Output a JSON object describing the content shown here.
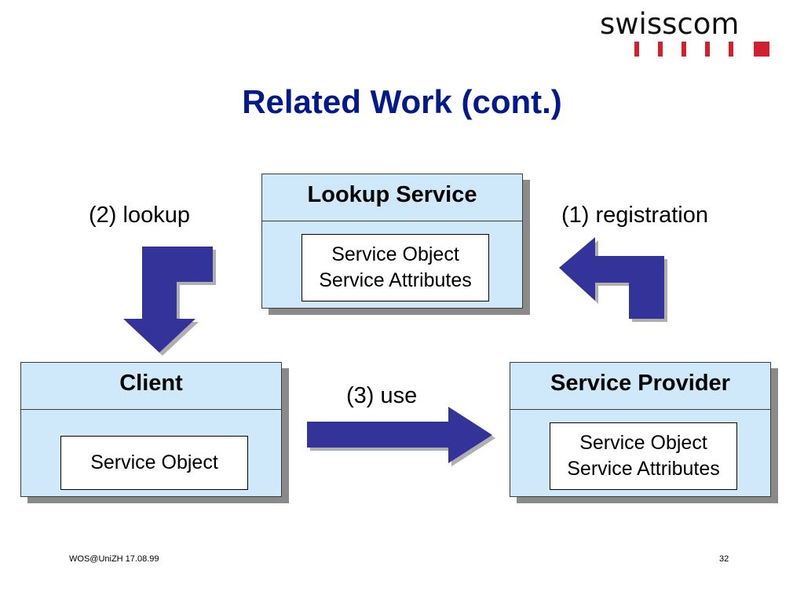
{
  "logo": {
    "text": "swisscom"
  },
  "slide": {
    "title": "Related Work (cont.)"
  },
  "lookup_service": {
    "header": "Lookup Service",
    "line1": "Service Object",
    "line2": "Service Attributes"
  },
  "client": {
    "header": "Client",
    "line1": "Service Object"
  },
  "service_provider": {
    "header": "Service Provider",
    "line1": "Service Object",
    "line2": "Service Attributes"
  },
  "labels": {
    "lookup": "(2) lookup",
    "registration": "(1) registration",
    "use": "(3) use"
  },
  "footer": {
    "left": "WOS@UniZH 17.08.99",
    "page_number": "32"
  },
  "colors": {
    "title": "#001a8c",
    "box_fill": "#cfe9fb",
    "arrow_fill": "#333399",
    "logo_red": "#d2202f"
  }
}
